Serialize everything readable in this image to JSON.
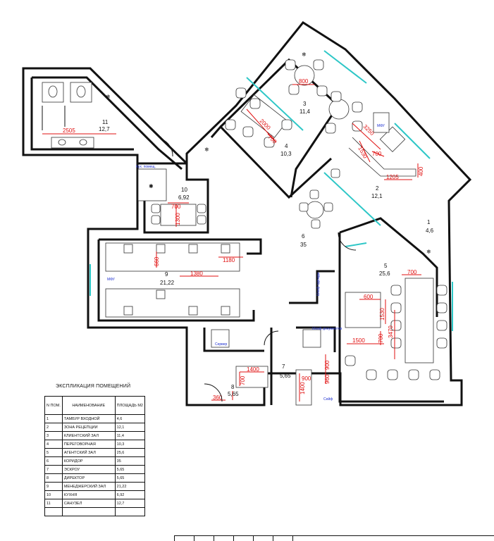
{
  "legend": {
    "title": "ЭКСПЛИКАЦИЯ ПОМЕЩЕНИЙ",
    "headers": {
      "num": "N ПОМ.",
      "name": "НАИМЕНОВАНИЕ",
      "area": "ПЛОЩАДЬ М2"
    },
    "rows": [
      {
        "num": "1",
        "name": "ТАМБУР ВХОДНОЙ",
        "area": "4,6"
      },
      {
        "num": "2",
        "name": "ЗОНА РЕЦЕПЦИИ",
        "area": "12,1"
      },
      {
        "num": "3",
        "name": "КЛИЕНТСКИЙ ЗАЛ",
        "area": "11,4"
      },
      {
        "num": "4",
        "name": "ПЕРЕГОВОРНАЯ",
        "area": "10,3"
      },
      {
        "num": "5",
        "name": "АГЕНТСКИЙ ЗАЛ",
        "area": "25,6"
      },
      {
        "num": "6",
        "name": "КОРИДОР",
        "area": "35"
      },
      {
        "num": "7",
        "name": "ЭСКРОУ",
        "area": "5,65"
      },
      {
        "num": "8",
        "name": "ДИРЕКТОР",
        "area": "5,65"
      },
      {
        "num": "9",
        "name": "МЕНЕДЖЕРСКИЙ ЗАЛ",
        "area": "21,22"
      },
      {
        "num": "10",
        "name": "КУХНЯ",
        "area": "6,92"
      },
      {
        "num": "11",
        "name": "САНУЗЕЛ",
        "area": "12,7"
      },
      {
        "num": "",
        "name": "",
        "area": ""
      }
    ]
  },
  "rooms": [
    {
      "num": "1",
      "area": "4,6"
    },
    {
      "num": "2",
      "area": "12,1"
    },
    {
      "num": "3",
      "area": "11,4"
    },
    {
      "num": "4",
      "area": "10,3"
    },
    {
      "num": "5",
      "area": "25,6"
    },
    {
      "num": "6",
      "area": "35"
    },
    {
      "num": "7",
      "area": "5,65"
    },
    {
      "num": "8",
      "area": "5,65"
    },
    {
      "num": "9",
      "area": "21,22"
    },
    {
      "num": "10",
      "area": "6,92"
    },
    {
      "num": "11",
      "area": "12,7"
    }
  ],
  "dimensions": [
    "2505",
    "800",
    "2000",
    "700",
    "3250",
    "1530",
    "700",
    "1205",
    "400",
    "700",
    "1300",
    "660",
    "1180",
    "1380",
    "700",
    "600",
    "1530",
    "3470",
    "700",
    "1500",
    "1400",
    "700",
    "900",
    "1400",
    "900",
    "960",
    "360"
  ],
  "labels": {
    "kitchen_corner": "Кух. помещ.",
    "mfu_1": "МФУ",
    "mfu_2": "МФУ",
    "wardrobe": "Шкаф одежды",
    "server": "Сервер",
    "safe": "Шкаф документов",
    "safe2": "Сейф"
  },
  "colors": {
    "wall": "#111111",
    "glass": "#2ec7c7",
    "dimension": "#e01010",
    "annotation": "#1d2fd0"
  }
}
